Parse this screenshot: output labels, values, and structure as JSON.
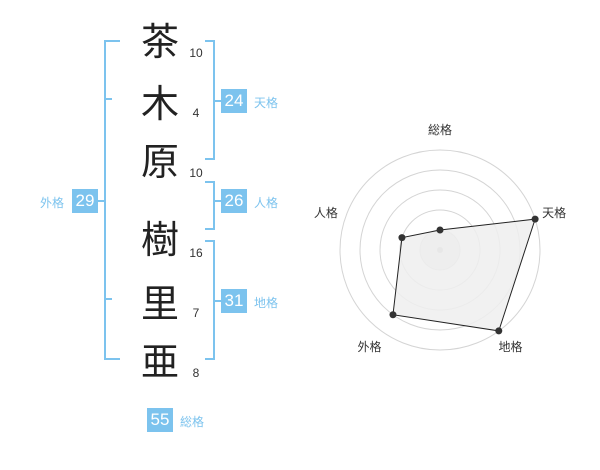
{
  "name_characters": [
    {
      "char": "茶",
      "strokes": "10"
    },
    {
      "char": "木",
      "strokes": "4"
    },
    {
      "char": "原",
      "strokes": "10"
    },
    {
      "char": "樹",
      "strokes": "16"
    },
    {
      "char": "里",
      "strokes": "7"
    },
    {
      "char": "亜",
      "strokes": "8"
    }
  ],
  "fortunes": {
    "tenkaku": {
      "value": "24",
      "label": "天格"
    },
    "jinkaku": {
      "value": "26",
      "label": "人格"
    },
    "chikaku": {
      "value": "31",
      "label": "地格"
    },
    "gaikaku": {
      "value": "29",
      "label": "外格"
    },
    "soukaku": {
      "value": "55",
      "label": "総格"
    }
  },
  "chart_data": {
    "type": "radar",
    "axes": [
      "総格",
      "天格",
      "地格",
      "外格",
      "人格"
    ],
    "values": [
      1,
      5,
      5,
      4,
      2
    ],
    "rmax": 5,
    "grid_levels": 5,
    "colors": {
      "fill": "#efefef",
      "line": "#222222",
      "grid": "#d4d4d4",
      "point": "#333333",
      "center": "#bbbbbb"
    }
  }
}
